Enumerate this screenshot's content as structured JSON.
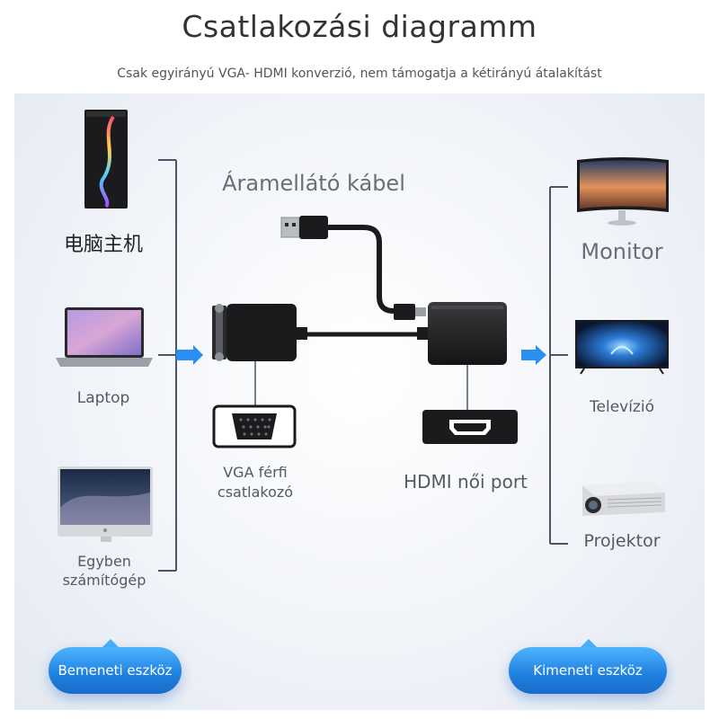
{
  "title": "Csatlakozási diagramm",
  "subtitle": "Csak egyirányú VGA- HDMI konverzió, nem támogatja a kétirányú átalakítást",
  "inputs": [
    {
      "label": "电脑主机"
    },
    {
      "label": "Laptop"
    },
    {
      "label": "Egyben számítógép"
    }
  ],
  "center": {
    "power_cable": "Áramellátó kábel",
    "vga_label": "VGA férfi csatlakozó",
    "hdmi_label": "HDMI női port"
  },
  "outputs": [
    {
      "label": "Monitor"
    },
    {
      "label": "Televízió"
    },
    {
      "label": "Projektor"
    }
  ],
  "buttons": {
    "input_devices": "Bemeneti eszköz",
    "output_devices": "Kimeneti eszköz"
  },
  "colors": {
    "accent_blue": "#2a8ff0",
    "line": "#4a5566",
    "device_dark": "#1b1b1d"
  }
}
